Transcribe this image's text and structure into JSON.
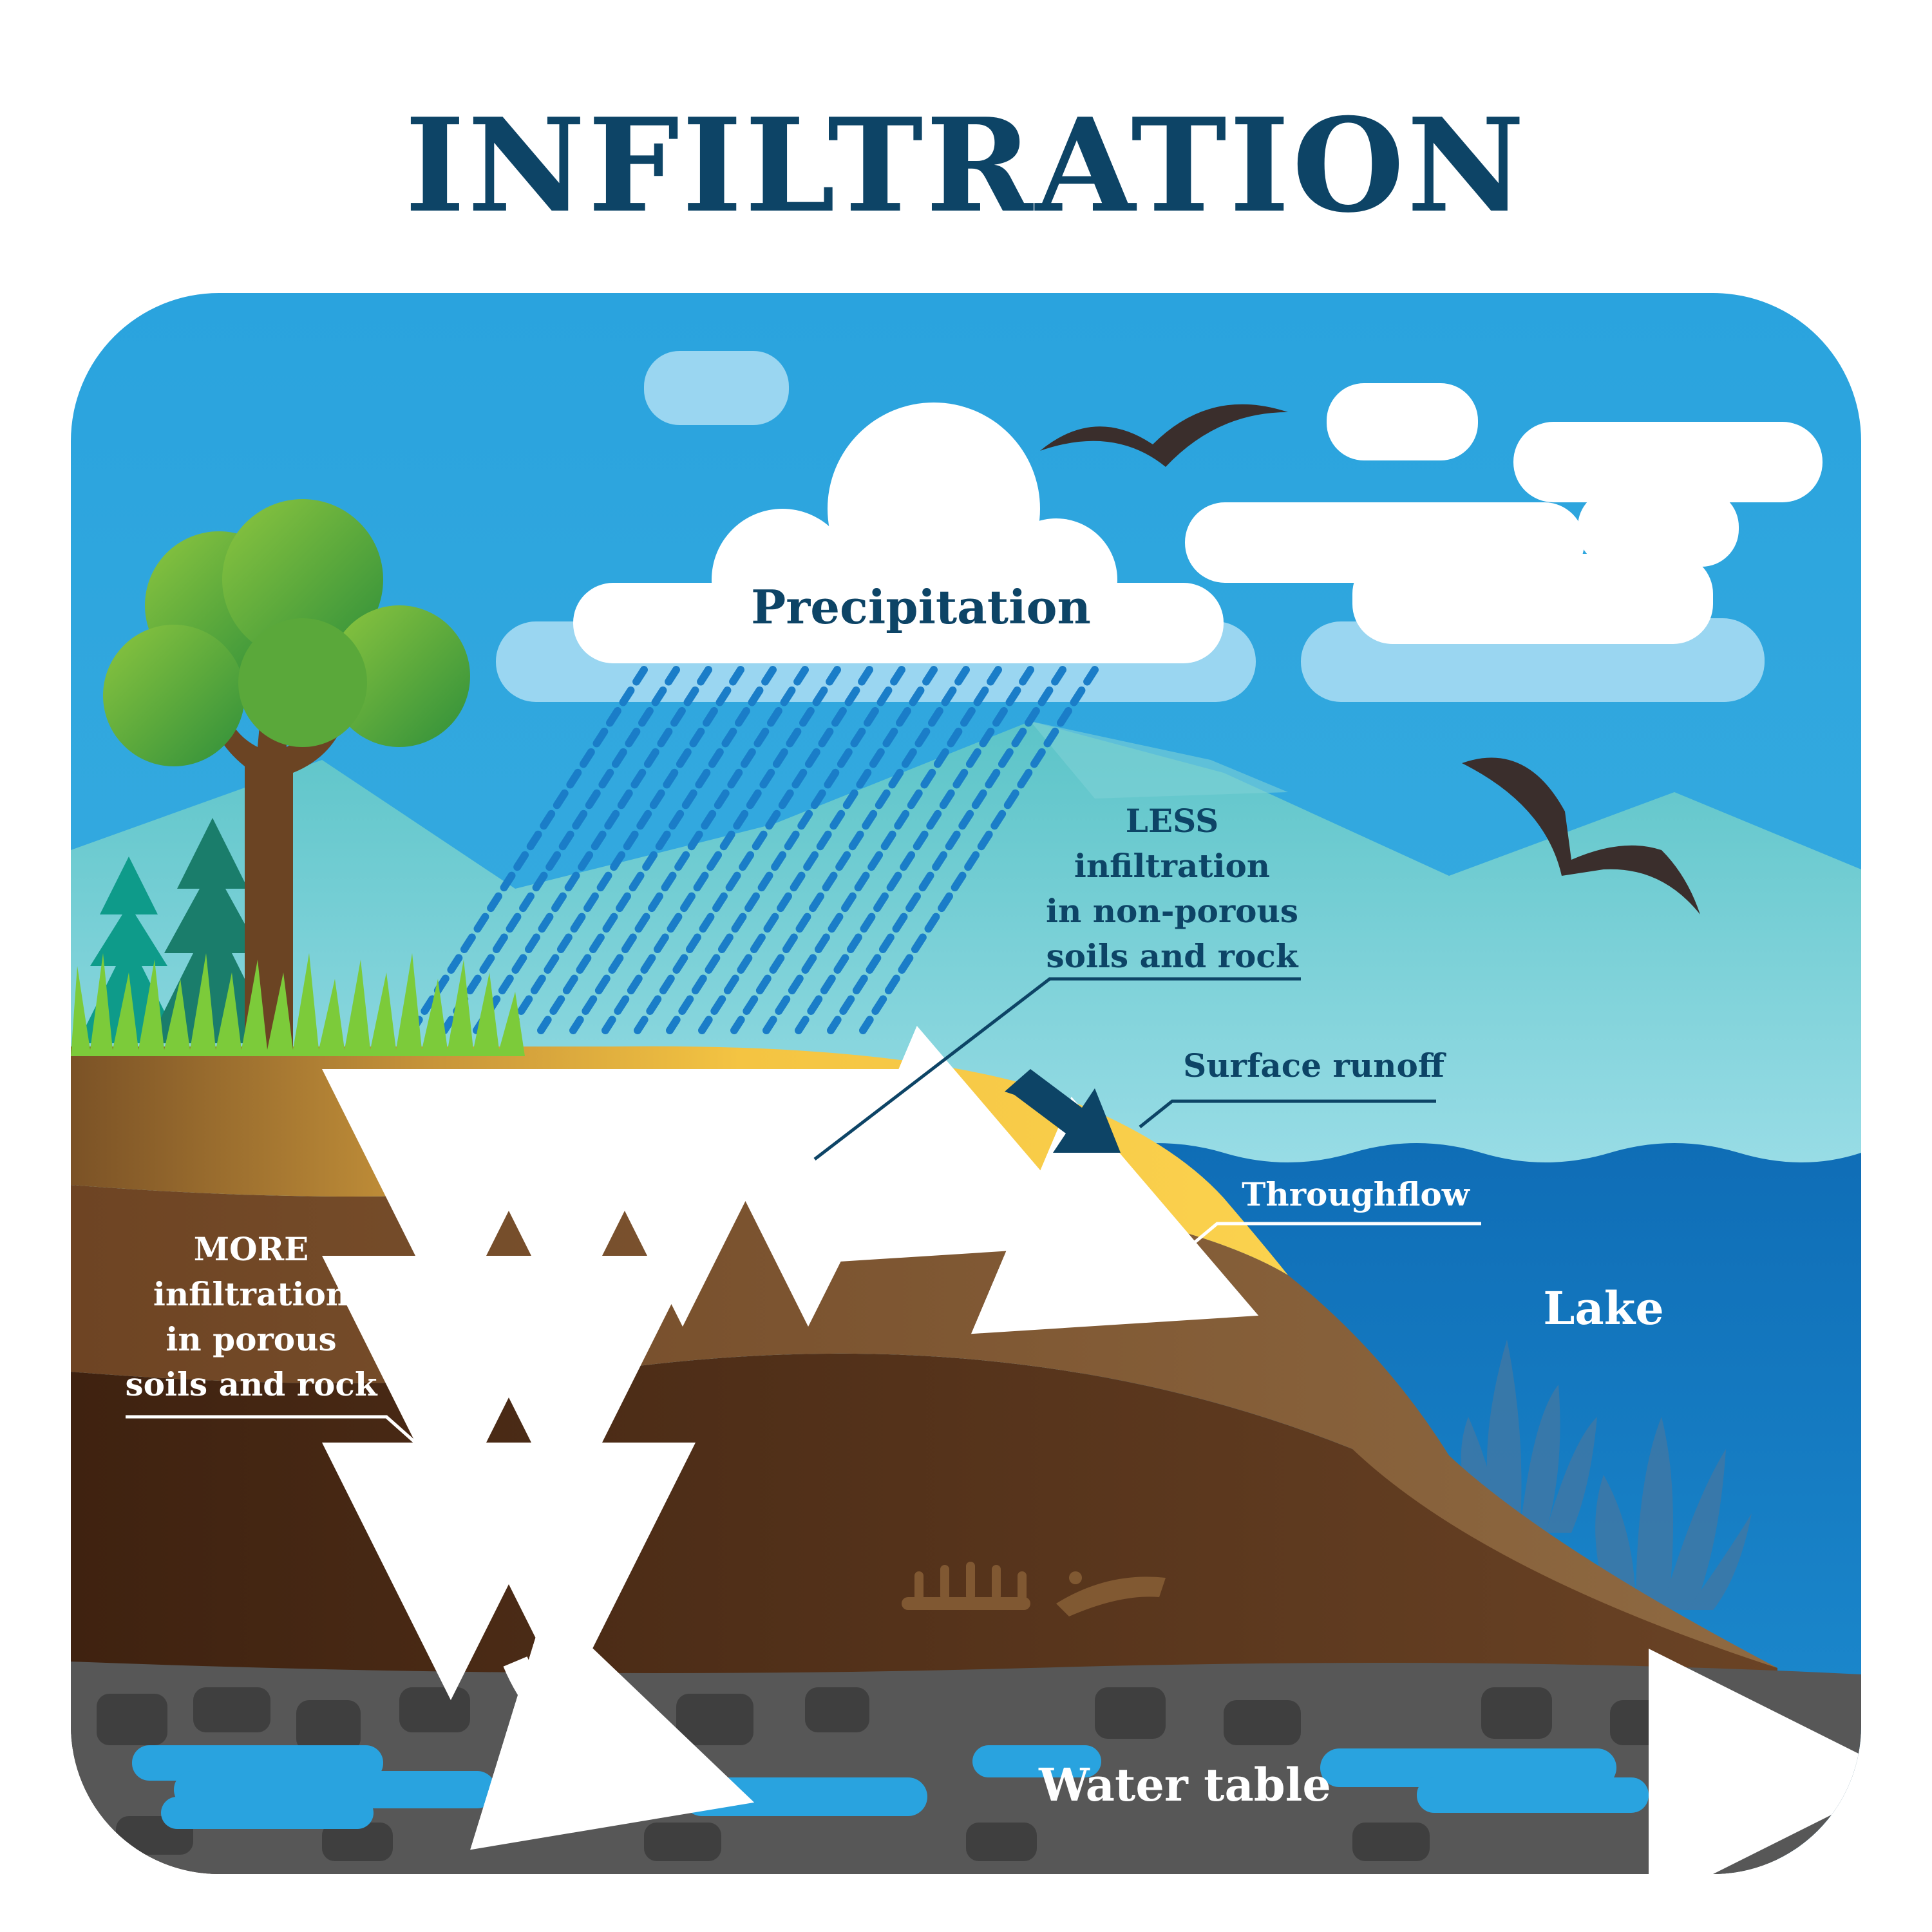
{
  "title": "INFILTRATION",
  "labels": {
    "precipitation": "Precipitation",
    "less": [
      "LESS",
      "infiltration",
      "in non-porous",
      "soils and rock"
    ],
    "more": [
      "MORE",
      "infiltration",
      "in porous",
      "soils and rock"
    ],
    "surface_runoff": "Surface runoff",
    "throughflow": "Throughflow",
    "lake": "Lake",
    "water_table": "Water table"
  },
  "colors": {
    "title": "#0d4466",
    "sky": "#2ba5df",
    "lake": "#1479c2",
    "topsoil_light": "#f6cc45",
    "soil_dark": "#4a2a14",
    "rock": "#5a5a5a",
    "groundwater": "#28a4de"
  }
}
